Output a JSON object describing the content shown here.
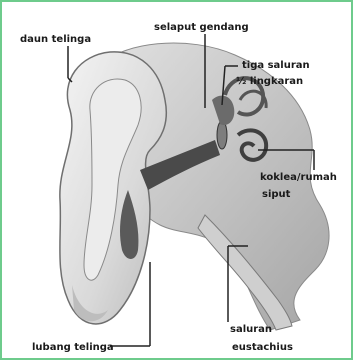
{
  "figure": {
    "frame_color": "#6ecb8c",
    "labels": {
      "daun_telinga": "daun telinga",
      "selaput_gendang": "selaput gendang",
      "tiga_saluran_line1": "tiga saluran",
      "tiga_saluran_line2": "½ lingkaran",
      "koklea_line1": "koklea/rumah",
      "koklea_line2": "siput",
      "saluran_eustachius_line1": "saluran",
      "saluran_eustachius_line2": "eustachius",
      "lubang_telinga": "lubang telinga"
    }
  }
}
